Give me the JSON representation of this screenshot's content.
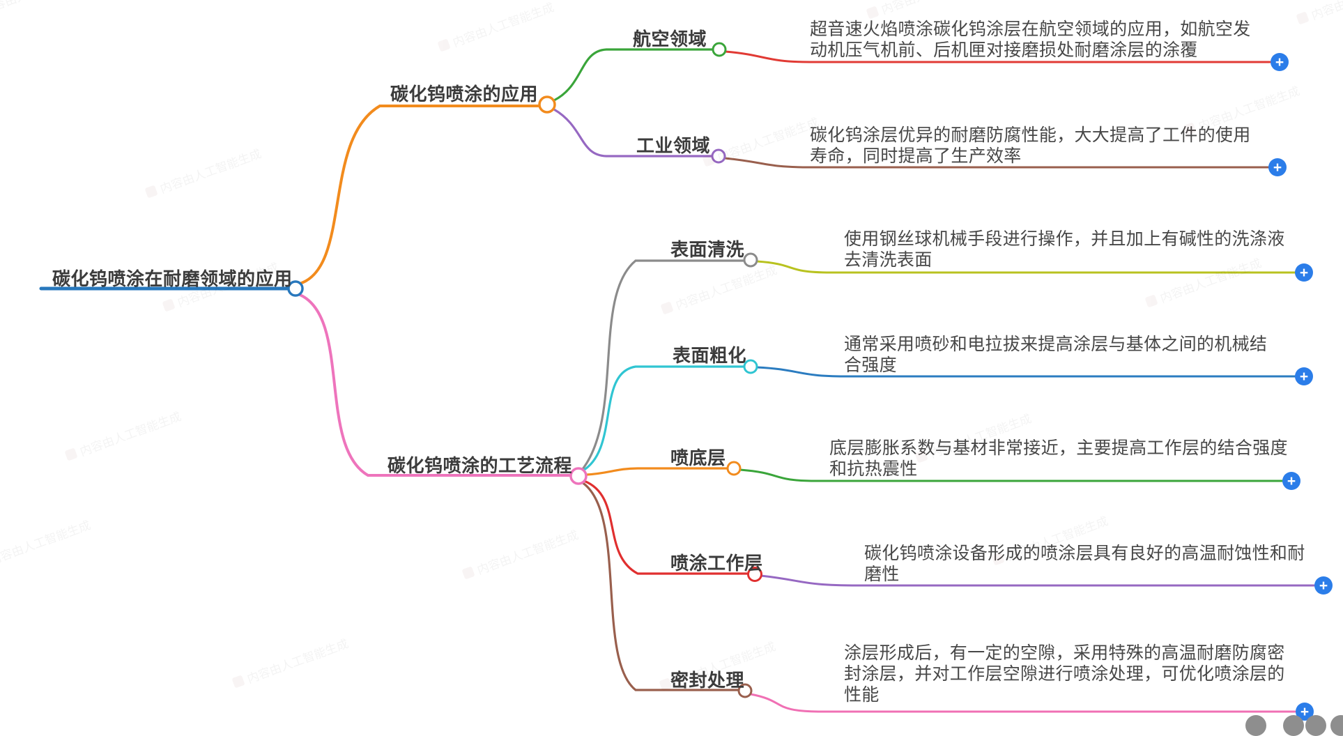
{
  "root": {
    "label": "碳化钨喷涂在耐磨领域的应用",
    "color": "#2878bd"
  },
  "branches": [
    {
      "label": "碳化钨喷涂的应用",
      "color": "#f28b1d",
      "children": [
        {
          "label": "航空领域",
          "color": "#3aa53a",
          "leaf_color": "#e13a34",
          "text": "超音速火焰喷涂碳化钨涂层在航空领域的应用，如航空发动机压气机前、后机匣对接磨损处耐磨涂层的涂覆"
        },
        {
          "label": "工业领域",
          "color": "#9668c2",
          "leaf_color": "#995f4d",
          "text": "碳化钨涂层优异的耐磨防腐性能，大大提高了工件的使用寿命，同时提高了生产效率"
        }
      ]
    },
    {
      "label": "碳化钨喷涂的工艺流程",
      "color": "#ee74bc",
      "children": [
        {
          "label": "表面清洗",
          "color": "#8b8b8b",
          "leaf_color": "#b8c21f",
          "text": "使用钢丝球机械手段进行操作，并且加上有碱性的洗涤液去清洗表面"
        },
        {
          "label": "表面粗化",
          "color": "#30c5d2",
          "leaf_color": "#2b7cc0",
          "text": "通常采用喷砂和电拉拔来提高涂层与基体之间的机械结合强度"
        },
        {
          "label": "喷底层",
          "color": "#f28b1d",
          "leaf_color": "#3aa53a",
          "text": "底层膨胀系数与基材非常接近，主要提高工作层的结合强度和抗热震性"
        },
        {
          "label": "喷涂工作层",
          "color": "#e02f2f",
          "leaf_color": "#9668c2",
          "text": "碳化钨喷涂设备形成的喷涂层具有良好的高温耐蚀性和耐磨性"
        },
        {
          "label": "密封处理",
          "color": "#995f4d",
          "leaf_color": "#f070b4",
          "text": "涂层形成后，有一定的空隙，采用特殊的高温耐磨防腐密封涂层，并对工作层空隙进行喷涂处理，可优化喷涂层的性能"
        }
      ]
    }
  ],
  "expand_button": {
    "label": "+",
    "color": "#2b7de9"
  },
  "watermark": {
    "text": "内容由人工智能生成"
  }
}
